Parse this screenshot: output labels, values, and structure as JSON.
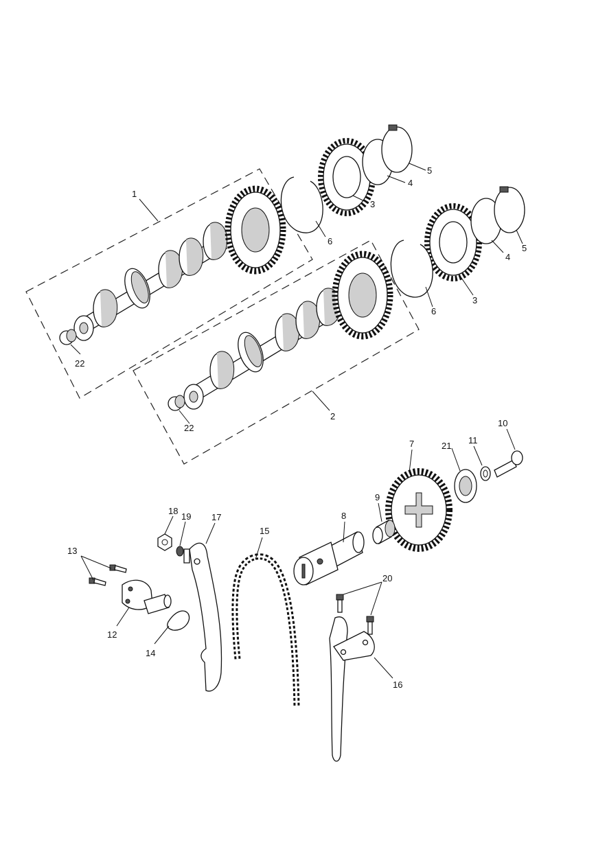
{
  "callouts": {
    "c1": "1",
    "c2": "2",
    "c3a": "3",
    "c3b": "3",
    "c4a": "4",
    "c4b": "4",
    "c5a": "5",
    "c5b": "5",
    "c6a": "6",
    "c6b": "6",
    "c7": "7",
    "c8": "8",
    "c9": "9",
    "c10": "10",
    "c11": "11",
    "c12": "12",
    "c13": "13",
    "c14": "14",
    "c15": "15",
    "c16": "16",
    "c17": "17",
    "c18": "18",
    "c19": "19",
    "c20": "20",
    "c21": "21",
    "c22a": "22",
    "c22b": "22"
  }
}
